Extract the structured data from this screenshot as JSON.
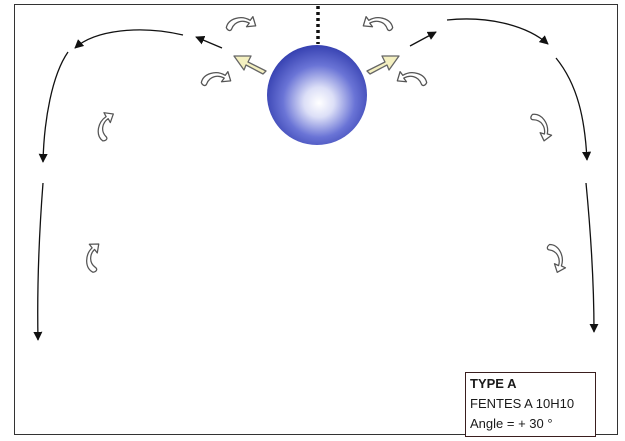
{
  "legend": {
    "title": "TYPE A",
    "line1": "FENTES A 10H10",
    "line2": "Angle = + 30 °"
  },
  "colors": {
    "sphere_dark": "#2a35a8",
    "sphere_mid": "#6a74d6",
    "sphere_light": "#ffffff",
    "jet_arrow_fill": "#f4f0c0",
    "jet_arrow_stroke": "#666666",
    "flow_line": "#111111"
  },
  "icons": {
    "sphere": "sphere-icon",
    "jet": "jet-arrow-icon",
    "swirl": "curved-arrow-icon",
    "axis": "dotted-axis-icon"
  }
}
